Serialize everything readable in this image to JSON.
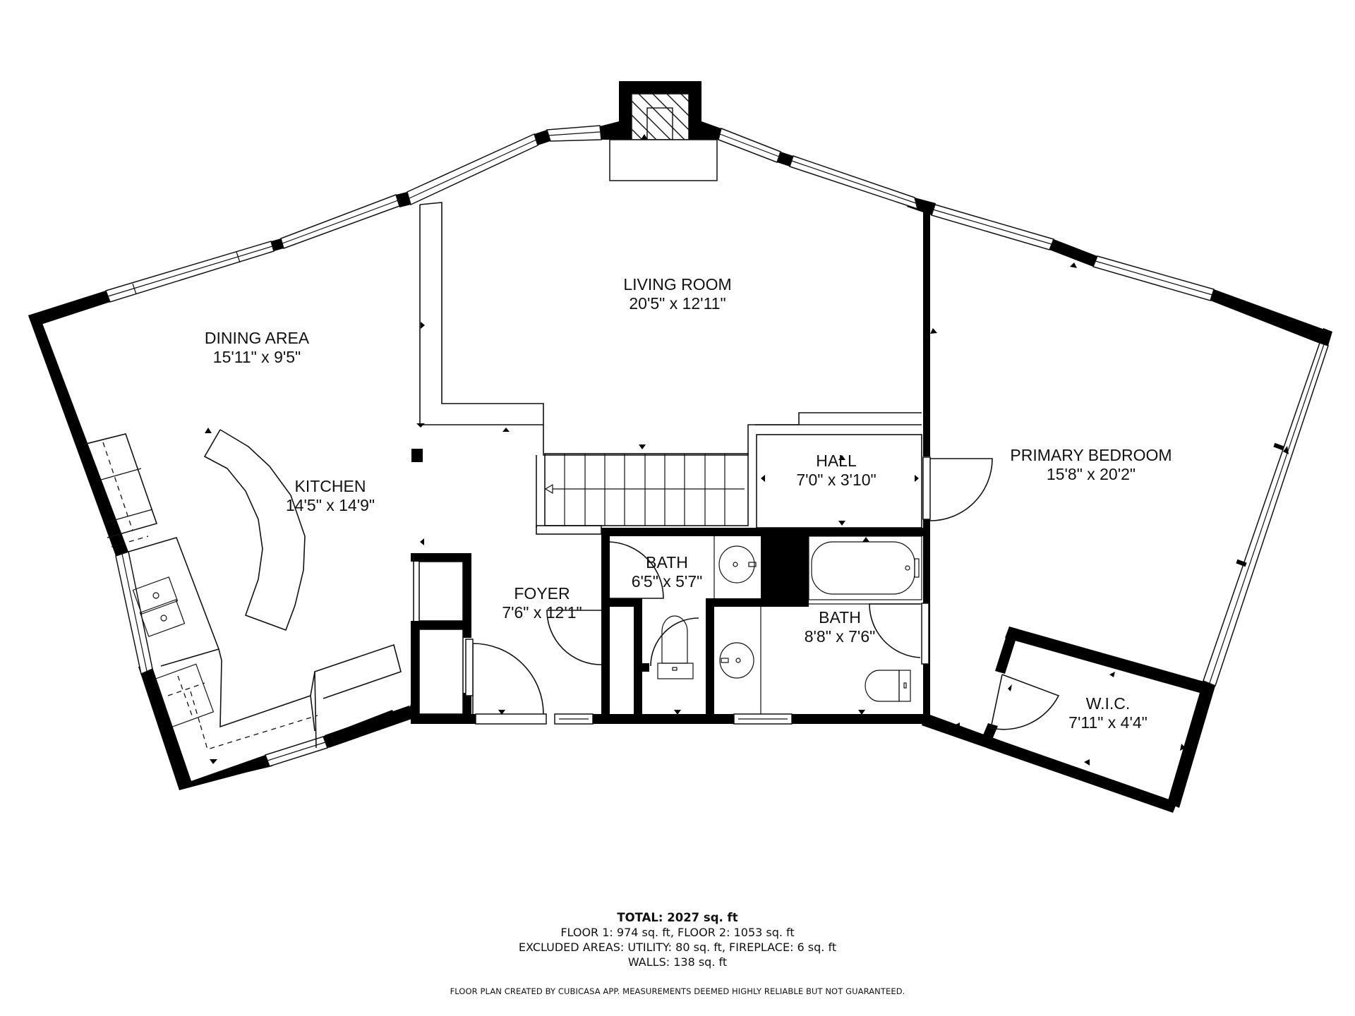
{
  "plan": {
    "provider_note": "FLOOR PLAN CREATED BY CUBICASA APP. MEASUREMENTS DEEMED HIGHLY RELIABLE BUT NOT GUARANTEED.",
    "rooms": [
      {
        "name": "LIVING ROOM",
        "dims": "20'5\" x 12'11\""
      },
      {
        "name": "DINING AREA",
        "dims": "15'11\" x 9'5\""
      },
      {
        "name": "KITCHEN",
        "dims": "14'5\" x 14'9\""
      },
      {
        "name": "HALL",
        "dims": "7'0\" x 3'10\""
      },
      {
        "name": "PRIMARY BEDROOM",
        "dims": "15'8\" x 20'2\""
      },
      {
        "name": "BATH",
        "dims": "6'5\" x 5'7\""
      },
      {
        "name": "FOYER",
        "dims": "7'6\" x 12'1\""
      },
      {
        "name": "BATH",
        "dims": "8'8\" x 7'6\""
      },
      {
        "name": "W.I.C.",
        "dims": "7'11\" x 4'4\""
      }
    ],
    "symbols": [
      "fireplace-icon",
      "staircase-icon",
      "bathtub-icon",
      "toilet-icon",
      "sink-icon",
      "kitchen-sink-icon",
      "stove-icon",
      "door-swing-icon",
      "window-icon"
    ]
  },
  "summary": {
    "total": "TOTAL: 2027 sq. ft",
    "floors": "FLOOR 1: 974 sq. ft, FLOOR 2: 1053 sq. ft",
    "excluded": "EXCLUDED AREAS: UTILITY: 80 sq. ft, FIREPLACE: 6 sq. ft",
    "walls": "WALLS: 138 sq. ft"
  },
  "colors": {
    "wall": "#000000",
    "background": "#ffffff",
    "line": "#111111"
  }
}
